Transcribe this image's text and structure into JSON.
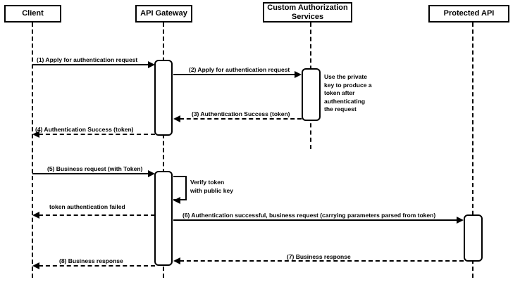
{
  "diagram_type": "uml-sequence",
  "colors": {
    "stroke": "#000000",
    "fill": "#ffffff",
    "background": "#ffffff"
  },
  "actors": [
    {
      "name": "Client"
    },
    {
      "name": "API Gateway"
    },
    {
      "name": "Custom Authorization Services"
    },
    {
      "name": "Protected API"
    }
  ],
  "messages": [
    {
      "seq": "1",
      "label": "(1) Apply for authentication request",
      "from": "Client",
      "to": "API Gateway",
      "line": "solid"
    },
    {
      "seq": "2",
      "label": "(2) Apply for authentication request",
      "from": "API Gateway",
      "to": "Custom Authorization Services",
      "line": "solid"
    },
    {
      "seq": "3",
      "label": "(3) Authentication Success (token)",
      "from": "Custom Authorization Services",
      "to": "API Gateway",
      "line": "dashed"
    },
    {
      "seq": "4",
      "label": "(4) Authentication Success (token)",
      "from": "API Gateway",
      "to": "Client",
      "line": "dashed"
    },
    {
      "seq": "5",
      "label": "(5) Business request (with Token)",
      "from": "Client",
      "to": "API Gateway",
      "line": "solid"
    },
    {
      "seq": "",
      "label": "token authentication failed",
      "from": "API Gateway",
      "to": "Client",
      "line": "dashed"
    },
    {
      "seq": "6",
      "label": "(6) Authentication successful, business request (carrying parameters parsed from token)",
      "from": "API Gateway",
      "to": "Protected API",
      "line": "solid"
    },
    {
      "seq": "7",
      "label": "(7) Business response",
      "from": "Protected API",
      "to": "API Gateway",
      "line": "dashed"
    },
    {
      "seq": "8",
      "label": "(8) Business response",
      "from": "API Gateway",
      "to": "Client",
      "line": "dashed"
    }
  ],
  "self_message": {
    "actor": "API Gateway",
    "label": "Verify token\nwith public key"
  },
  "note": {
    "actor": "Custom Authorization Services",
    "label": "Use the private\nkey to produce a\ntoken after\nauthenticating\nthe request"
  }
}
